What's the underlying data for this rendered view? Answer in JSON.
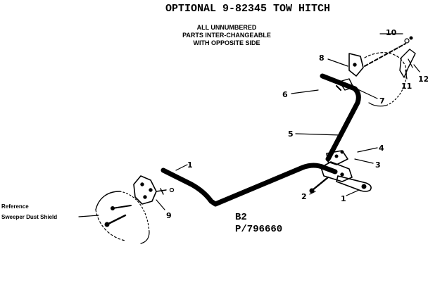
{
  "title": "OPTIONAL 9-82345 TOW HITCH",
  "note": {
    "line1": "ALL UNNUMBERED",
    "line2": "PARTS INTER-CHANGEABLE",
    "line3": "WITH OPPOSITE SIDE"
  },
  "reference": {
    "line1": "Reference",
    "line2": "Sweeper Dust Shield"
  },
  "codes": {
    "section": "B2",
    "part_ref": "P/796660"
  },
  "callouts": [
    "1",
    "1",
    "2",
    "3",
    "4",
    "5",
    "6",
    "7",
    "8",
    "9",
    "10",
    "11",
    "12"
  ]
}
